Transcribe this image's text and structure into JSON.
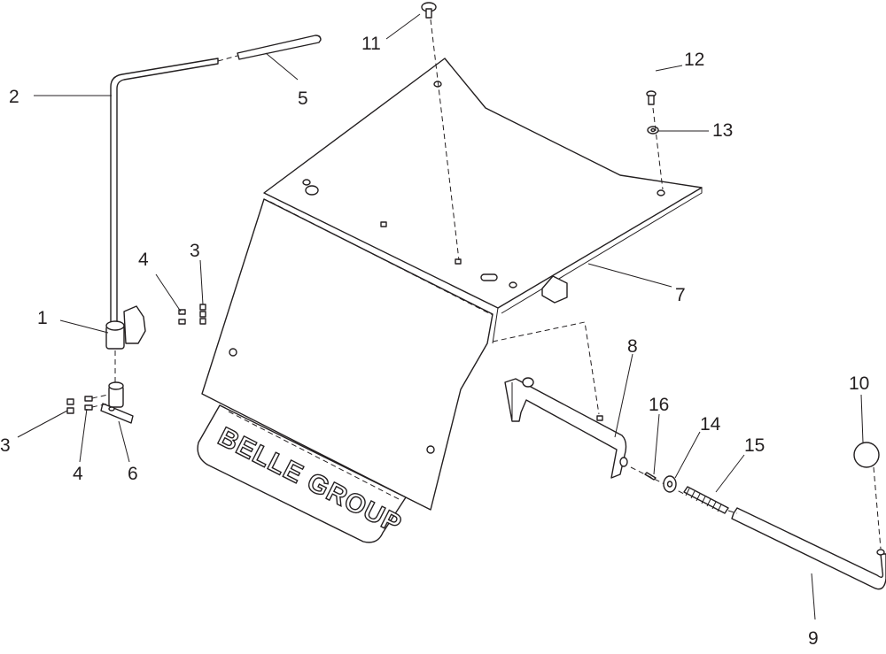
{
  "diagram": {
    "brand_text": "BELLE GROUP",
    "callouts": [
      {
        "id": "c1",
        "label": "1"
      },
      {
        "id": "c2",
        "label": "2"
      },
      {
        "id": "c3a",
        "label": "3"
      },
      {
        "id": "c3b",
        "label": "3"
      },
      {
        "id": "c4a",
        "label": "4"
      },
      {
        "id": "c4b",
        "label": "4"
      },
      {
        "id": "c5",
        "label": "5"
      },
      {
        "id": "c6",
        "label": "6"
      },
      {
        "id": "c7",
        "label": "7"
      },
      {
        "id": "c8",
        "label": "8"
      },
      {
        "id": "c9",
        "label": "9"
      },
      {
        "id": "c10",
        "label": "10"
      },
      {
        "id": "c11",
        "label": "11"
      },
      {
        "id": "c12",
        "label": "12"
      },
      {
        "id": "c13",
        "label": "13"
      },
      {
        "id": "c14",
        "label": "14"
      },
      {
        "id": "c15",
        "label": "15"
      },
      {
        "id": "c16",
        "label": "16"
      }
    ]
  }
}
